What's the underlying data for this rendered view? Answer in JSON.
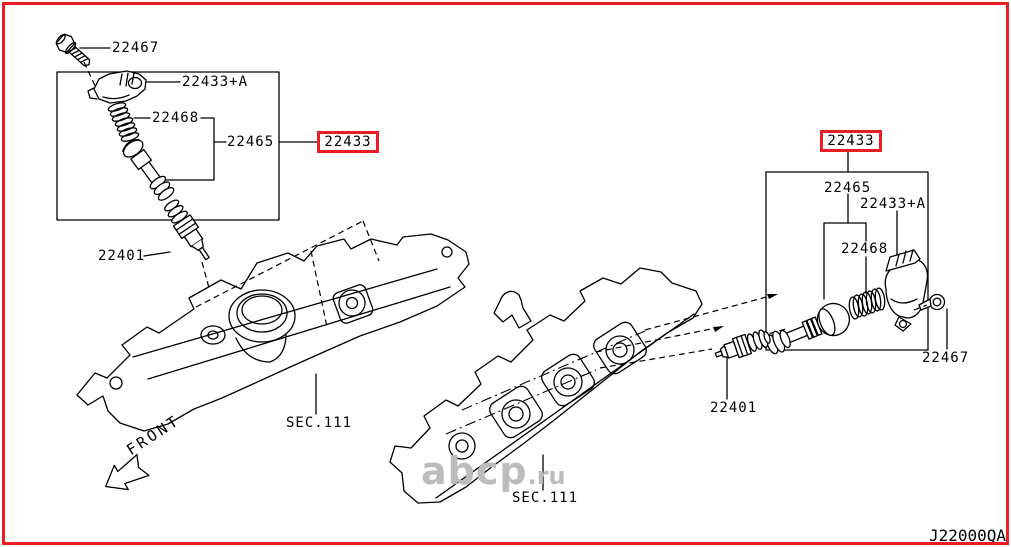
{
  "diagram": {
    "code": "J22000QA",
    "front_label": "FRONT",
    "watermark": {
      "name": "abcp",
      "tld": ".ru"
    },
    "colors": {
      "highlight": "#ec1c24",
      "line": "#000000",
      "watermark": "#bcbcbc"
    }
  },
  "left_assembly": {
    "highlight_part": "22433",
    "bolt": "22467",
    "coil_connector": "22433+A",
    "spring": "22468",
    "coil_boot": "22465",
    "spark_plug": "22401",
    "section_ref": "SEC.111"
  },
  "right_assembly": {
    "highlight_part": "22433",
    "bolt": "22467",
    "coil_connector": "22433+A",
    "spring": "22468",
    "coil_boot": "22465",
    "spark_plug": "22401",
    "section_ref": "SEC.111"
  }
}
